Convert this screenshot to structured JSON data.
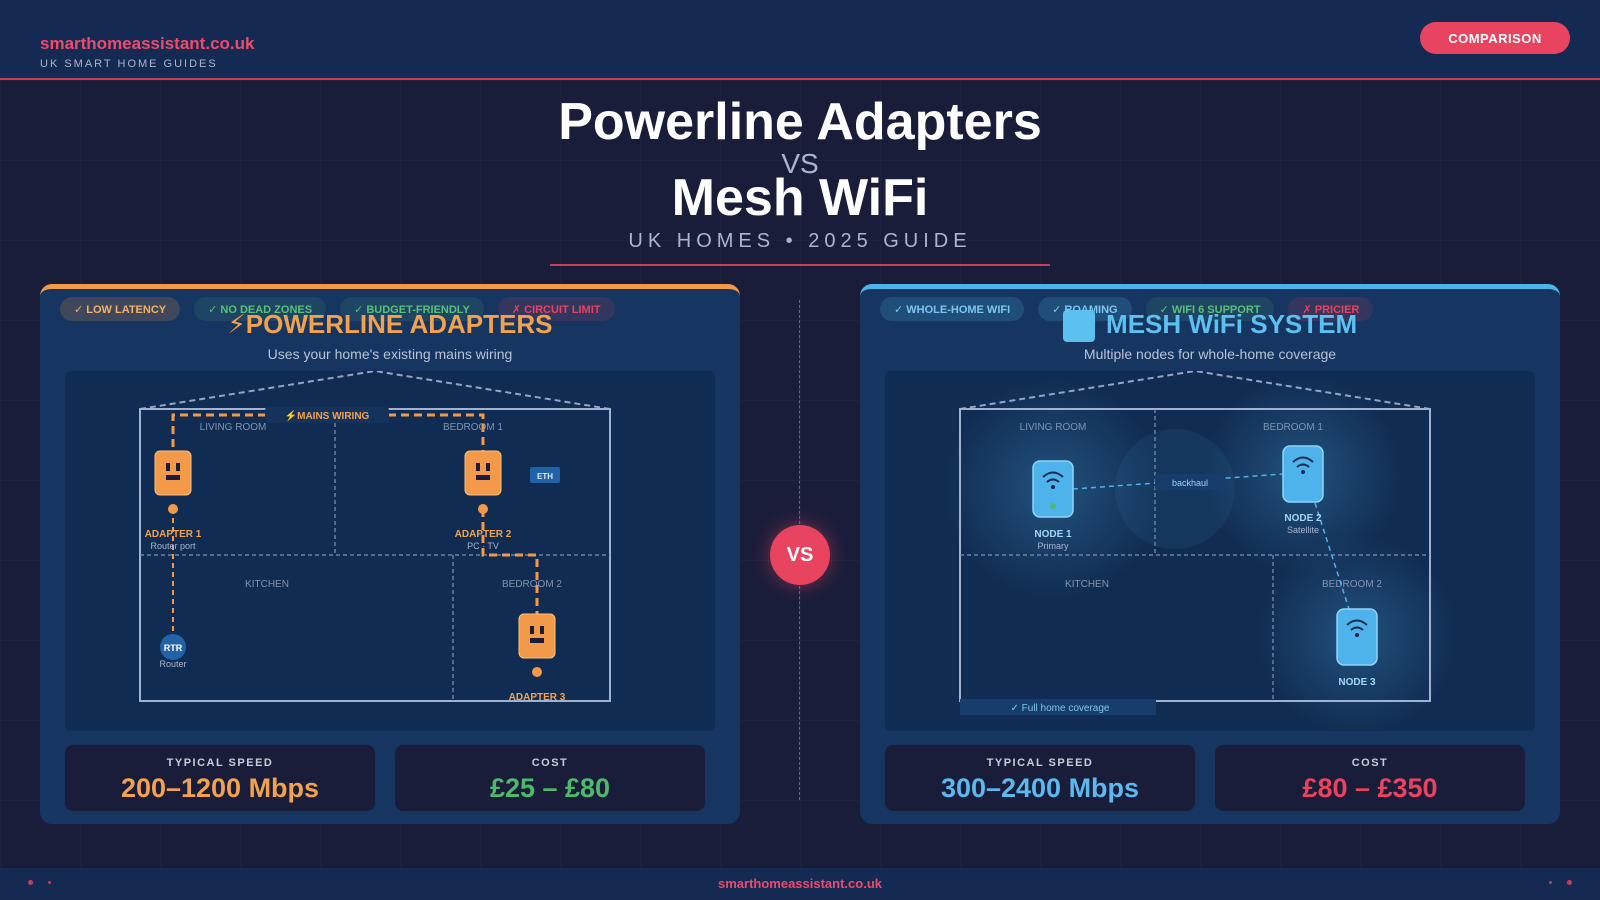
{
  "header": {
    "brand": "smarthomeassistant.co.uk",
    "brand_sub": "UK SMART HOME GUIDES",
    "badge": "COMPARISON"
  },
  "hero": {
    "title_1": "Powerline Adapters",
    "vs": "VS",
    "title_2": "Mesh WiFi",
    "subtitle": "UK HOMES • 2025 GUIDE"
  },
  "left_panel": {
    "tags": [
      {
        "label": "✓ LOW LATENCY",
        "tone": "orange"
      },
      {
        "label": "✓ NO DEAD ZONES",
        "tone": "green"
      },
      {
        "label": "✓ BUDGET-FRIENDLY",
        "tone": "green"
      },
      {
        "label": "✗ CIRCUIT LIMIT",
        "tone": "red"
      }
    ],
    "title": "⚡POWERLINE ADAPTERS",
    "description": "Uses your home's existing mains wiring",
    "diagram": {
      "wiring_label": "⚡MAINS WIRING",
      "rooms": [
        "LIVING ROOM",
        "BEDROOM 1",
        "KITCHEN",
        "BEDROOM 2"
      ],
      "eth_label": "ETH",
      "router_badge": "RTR",
      "router_label": "Router",
      "adapter_1": "ADAPTER 1",
      "adapter_1_sub": "Router port",
      "adapter_2": "ADAPTER 2",
      "adapter_2_sub": "PC · TV",
      "adapter_3": "ADAPTER 3"
    },
    "stats": [
      {
        "label": "TYPICAL SPEED",
        "value": "200–1200 Mbps",
        "color": "#f2a24e"
      },
      {
        "label": "COST",
        "value": "£25 – £80",
        "color": "#4fb86a"
      }
    ]
  },
  "right_panel": {
    "tags": [
      {
        "label": "✓ WHOLE-HOME WIFI",
        "tone": "blue"
      },
      {
        "label": "✓ ROAMING",
        "tone": "blue"
      },
      {
        "label": "✓ WIFI 6 SUPPORT",
        "tone": "green"
      },
      {
        "label": "✗ PRICIER",
        "tone": "red"
      }
    ],
    "title": "MESH WiFi SYSTEM",
    "description": "Multiple nodes for whole-home coverage",
    "diagram": {
      "rooms": [
        "LIVING ROOM",
        "BEDROOM 1",
        "KITCHEN",
        "BEDROOM 2"
      ],
      "backhaul_label": "backhaul",
      "node_1": "NODE 1",
      "node_1_sub": "Primary",
      "node_2": "NODE 2",
      "node_2_sub": "Satellite",
      "node_3": "NODE 3",
      "coverage_label": "✓ Full home coverage"
    },
    "stats": [
      {
        "label": "TYPICAL SPEED",
        "value": "300–2400 Mbps",
        "color": "#5cb8ee"
      },
      {
        "label": "COST",
        "value": "£80 – £350",
        "color": "#e8435f"
      }
    ]
  },
  "center": {
    "vs": "VS"
  },
  "footer": {
    "text": "smarthomeassistant.co.uk"
  },
  "colors": {
    "accent_red": "#e8435f",
    "accent_orange": "#f2994a",
    "accent_blue": "#4db3ea",
    "background": "#1a1d3a"
  }
}
